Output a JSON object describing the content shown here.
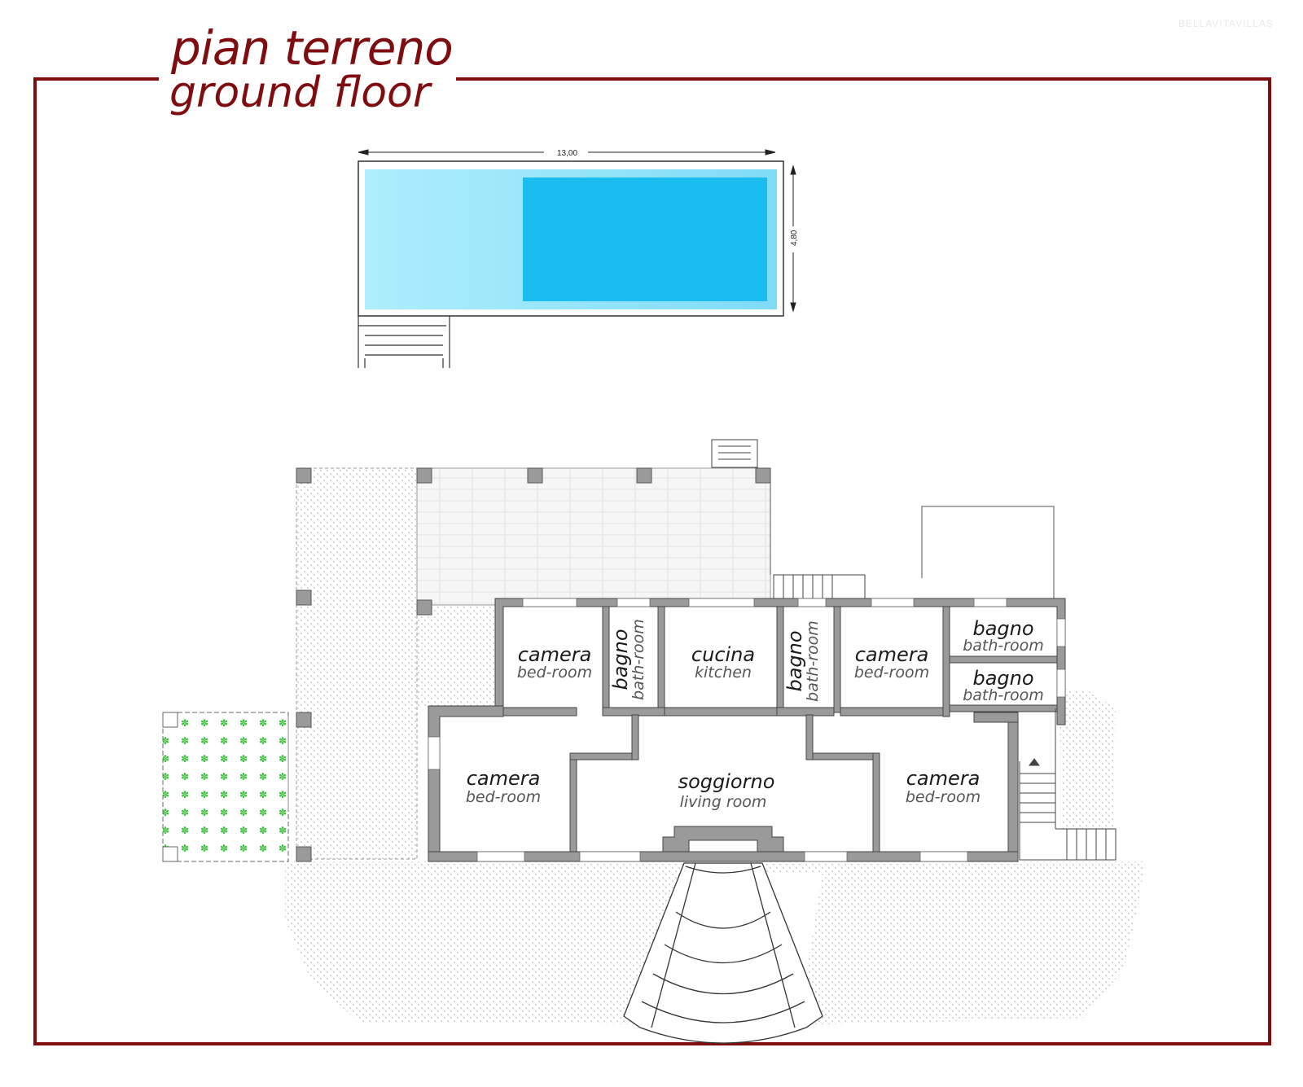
{
  "title": {
    "it": "pian terreno",
    "en": "ground floor"
  },
  "watermark": "BELLAVITAVILLAS",
  "pool": {
    "length_label": "13,00",
    "width_label": "4,80"
  },
  "rooms": [
    {
      "id": "camera-nw",
      "it": "camera",
      "en": "bed-room"
    },
    {
      "id": "bagno-1",
      "it": "bagno",
      "en": "bath-room"
    },
    {
      "id": "cucina",
      "it": "cucina",
      "en": "kitchen"
    },
    {
      "id": "bagno-2",
      "it": "bagno",
      "en": "bath-room"
    },
    {
      "id": "camera-ne",
      "it": "camera",
      "en": "bed-room"
    },
    {
      "id": "bagno-3",
      "it": "bagno",
      "en": "bath-room"
    },
    {
      "id": "bagno-4",
      "it": "bagno",
      "en": "bath-room"
    },
    {
      "id": "camera-w",
      "it": "camera",
      "en": "bed-room"
    },
    {
      "id": "soggiorno",
      "it": "soggiorno",
      "en": "living room"
    },
    {
      "id": "camera-e",
      "it": "camera",
      "en": "bed-room"
    }
  ],
  "colors": {
    "frame": "#7f0d10",
    "pool_light": "#a9ecfb",
    "pool_deep": "#1bbdf0",
    "wall": "#9a9a9a",
    "garden": "#3cc23c"
  }
}
